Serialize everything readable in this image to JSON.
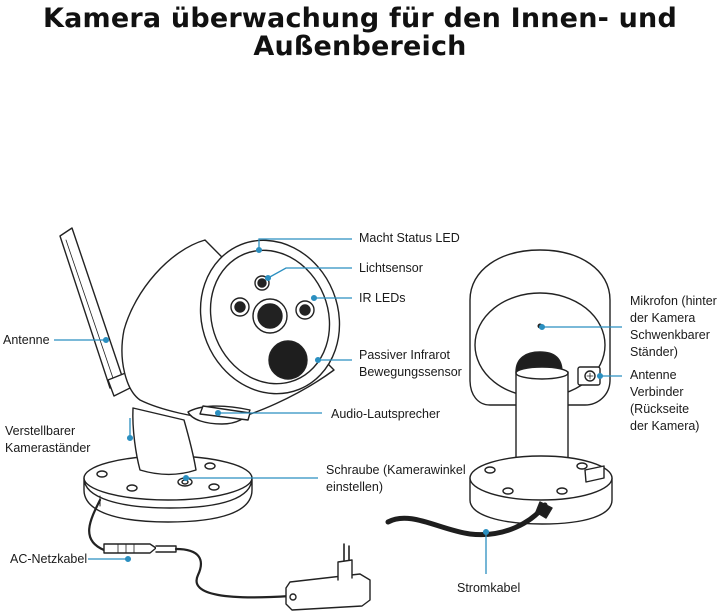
{
  "title": {
    "line1": "Kamera überwachung für den Innen- und",
    "line2": "Außenbereich"
  },
  "labels": {
    "status_led": "Macht Status LED",
    "light_sensor": "Lichtsensor",
    "ir_leds": "IR LEDs",
    "pir_line1": "Passiver Infrarot",
    "pir_line2": "Bewegungssensor",
    "audio_speaker": "Audio-Lautsprecher",
    "screw_line1": "Schraube (Kamerawinkel",
    "screw_line2": "einstellen)",
    "antenna": "Antenne",
    "stand_line1": "Verstellbarer",
    "stand_line2": "Kameraständer",
    "ac_cable": "AC-Netzkabel",
    "mic_line1": "Mikrofon (hinter",
    "mic_line2": "der Kamera",
    "mic_line3": "Schwenkbarer",
    "mic_line4": "Ständer)",
    "ant_conn_line1": "Antenne",
    "ant_conn_line2": "Verbinder",
    "ant_conn_line3": "(Rückseite",
    "ant_conn_line4": "der Kamera)",
    "power_cable": "Stromkabel"
  },
  "colors": {
    "callout": "#2b8fc0",
    "outline": "#222222",
    "fill": "#ffffff",
    "dark": "#1e1e1e"
  }
}
